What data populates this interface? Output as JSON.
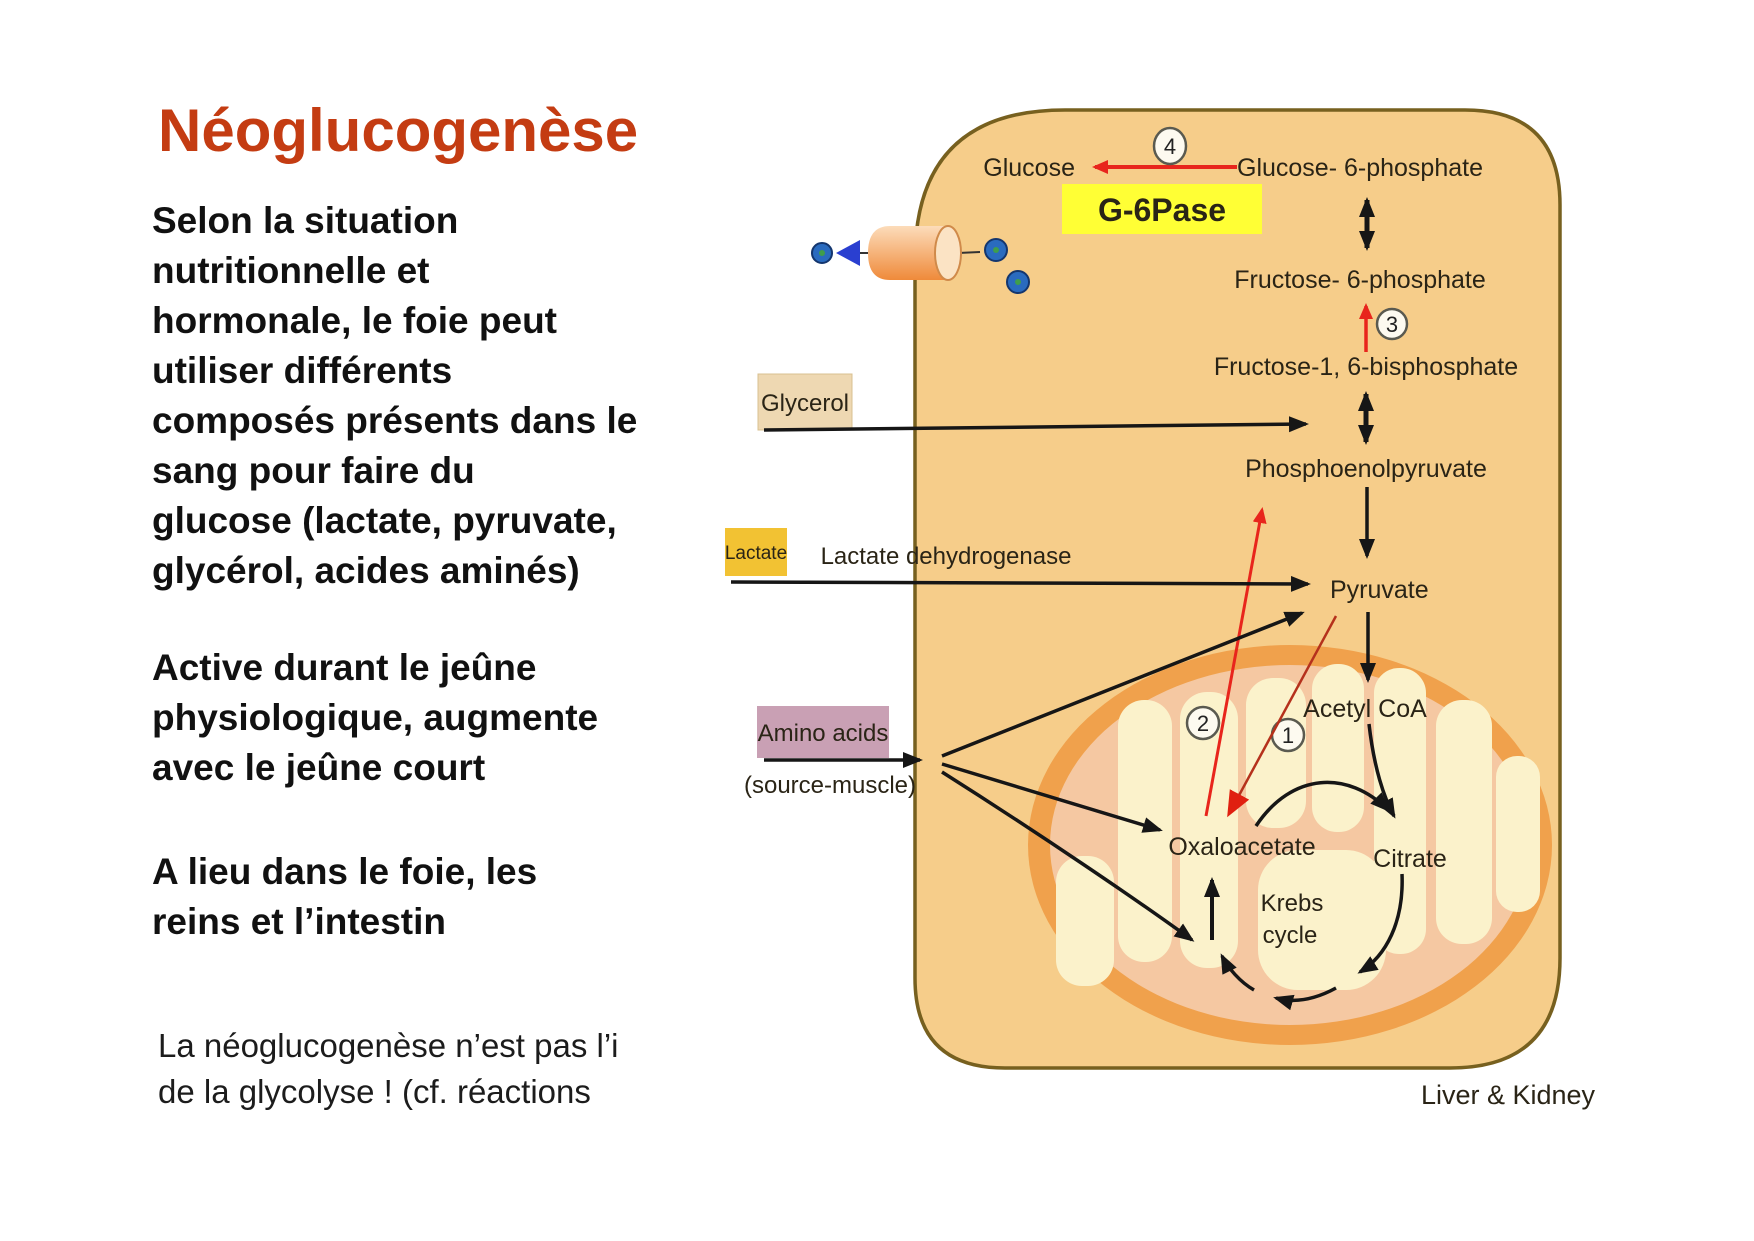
{
  "slide": {
    "title": "Néoglucogenèse",
    "paragraphs": {
      "p1": "Selon la situation\nnutritionnelle et\nhormonale, le foie peut\nutiliser différents\ncomposés présents dans le\nsang  pour faire du\nglucose (lactate, pyruvate,\nglycérol, acides aminés)",
      "p2": "Active durant le jeûne\nphysiologique, augmente\navec le jeûne court",
      "p3": "A lieu dans le foie, les\nreins et l’intestin",
      "note": "La néoglucogenèse n’est pas l’i\nde la glycolyse ! (cf. réactions"
    }
  },
  "diagram": {
    "metabolites": {
      "glucose": "Glucose",
      "g6p": "Glucose- 6-phosphate",
      "f6p": "Fructose- 6-phosphate",
      "f16bp": "Fructose-1, 6-bisphosphate",
      "pep": "Phosphoenolpyruvate",
      "pyruvate": "Pyruvate",
      "acetyl_coa": "Acetyl CoA",
      "oxaloacetate": "Oxaloacetate",
      "citrate": "Citrate"
    },
    "krebs": {
      "line1": "Krebs",
      "line2": "cycle"
    },
    "inputs": {
      "glycerol": "Glycerol",
      "lactate": "Lactate",
      "amino_acids": "Amino acids",
      "amino_source": "(source-muscle)"
    },
    "enzymes": {
      "g6pase": "G-6Pase",
      "ldh": "Lactate dehydrogenase"
    },
    "steps": {
      "s1": "1",
      "s2": "2",
      "s3": "3",
      "s4": "4"
    },
    "caption": "Liver & Kidney",
    "colors": {
      "title_accent": "#c43c12",
      "red_arrow": "#e8251c",
      "enzyme_highlight_bg": "#ffff35",
      "enzyme_highlight_text": "#ff0000",
      "cell_fill": "#f6cd8a",
      "cell_border": "#77601f",
      "mito_ring": "#f0a14c",
      "mito_matrix": "#f5c8a2",
      "mito_cristae": "#fbf2cb",
      "glycerol_box": "#eed8b2",
      "lactate_box": "#f2c233",
      "amino_box": "#c9a0b4",
      "transporter": "#ef8a3a",
      "molecule_dot": "#2a6bbf"
    }
  }
}
